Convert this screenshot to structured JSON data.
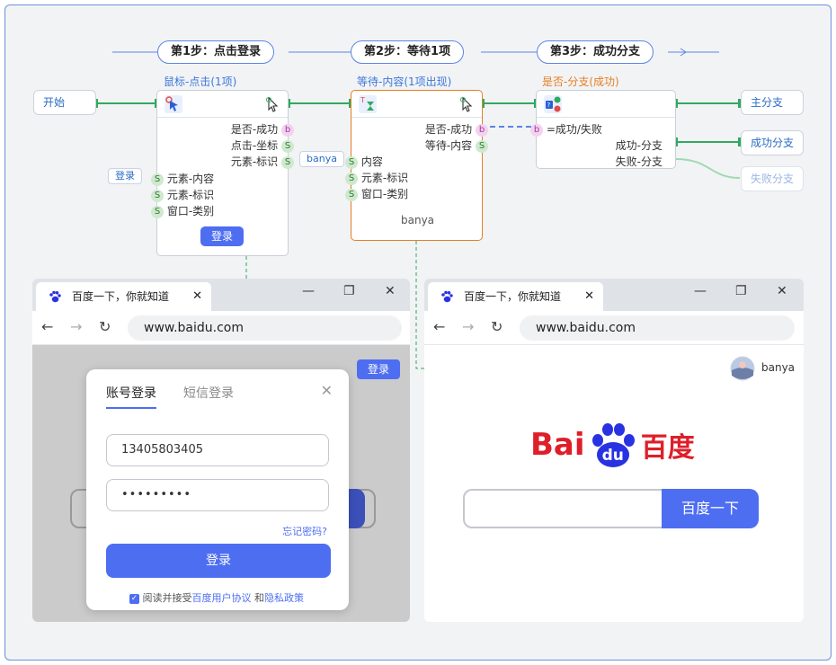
{
  "steps": [
    "第1步：点击登录",
    "第2步：等待1项",
    "第3步：成功分支"
  ],
  "start_label": "开始",
  "branches": {
    "main": "主分支",
    "success": "成功分支",
    "fail": "失败分支"
  },
  "node1": {
    "title": "鼠标-点击(1项)",
    "outputs": [
      "是否-成功",
      "点击-坐标",
      "元素-标识"
    ],
    "output_ports": [
      "b",
      "S",
      "S"
    ],
    "inputs": [
      "元素-内容",
      "元素-标识",
      "窗口-类别"
    ],
    "input_chip": "登录",
    "button": "登录"
  },
  "node2": {
    "title": "等待-内容(1项出现)",
    "outputs": [
      "是否-成功",
      "等待-内容"
    ],
    "output_ports": [
      "b",
      "S"
    ],
    "inputs": [
      "内容",
      "元素-标识",
      "窗口-类别"
    ],
    "input_chip": "banya",
    "footer": "banya"
  },
  "node3": {
    "title": "是否-分支(成功)",
    "input": "=成功/失败",
    "outputs": [
      "成功-分支",
      "失败-分支"
    ]
  },
  "left_browser": {
    "tab_title": "百度一下，你就知道",
    "url": "www.baidu.com",
    "top_login": "登录",
    "modal": {
      "tab_active": "账号登录",
      "tab_inactive": "短信登录",
      "phone": "13405803405",
      "password": "•••••••••",
      "forgot": "忘记密码?",
      "submit": "登录",
      "agree_prefix": "阅读并接受",
      "agree_link1": "百度用户协议",
      "agree_and": " 和",
      "agree_link2": "隐私政策"
    }
  },
  "right_browser": {
    "tab_title": "百度一下，你就知道",
    "url": "www.baidu.com",
    "user": "banya",
    "logo_left": "Bai",
    "logo_du": "du",
    "logo_right": "百度",
    "search_button": "百度一下"
  },
  "colors": {
    "accent_blue": "#4e6ef2",
    "flow_green": "#2faa5f",
    "active_orange": "#e67e22",
    "baidu_red": "#de1f29"
  }
}
